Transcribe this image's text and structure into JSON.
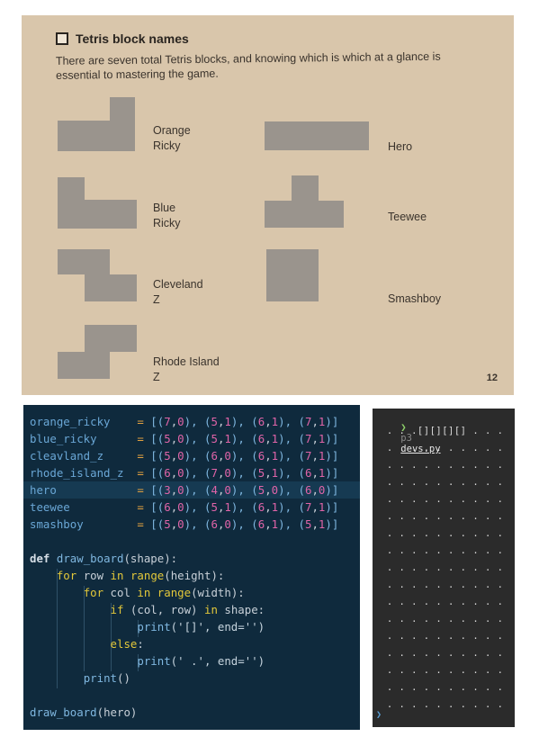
{
  "book": {
    "heading": "Tetris block names",
    "intro": "There are seven total Tetris blocks, and knowing which is which at a glance is essential to mastering the game.",
    "labels": {
      "orange_ricky": "Orange\nRicky",
      "hero": "Hero",
      "blue_ricky": "Blue\nRicky",
      "teewee": "Teewee",
      "cleveland_z": "Cleveland\nZ",
      "smashboy": "Smashboy",
      "rhode_island_z": "Rhode Island\nZ"
    },
    "page_number": "12",
    "block_color": "#9a948d"
  },
  "editor": {
    "background": "#0f2a3d",
    "lines": [
      [
        {
          "t": "orange_ricky    ",
          "c": "var"
        },
        {
          "t": "=",
          "c": "eq"
        },
        {
          "t": " [(",
          "c": "br"
        },
        {
          "t": "7",
          "c": "num"
        },
        {
          "t": ",",
          "c": "par"
        },
        {
          "t": "0",
          "c": "num"
        },
        {
          "t": "), (",
          "c": "br"
        },
        {
          "t": "5",
          "c": "num"
        },
        {
          "t": ",",
          "c": "par"
        },
        {
          "t": "1",
          "c": "num"
        },
        {
          "t": "), (",
          "c": "br"
        },
        {
          "t": "6",
          "c": "num"
        },
        {
          "t": ",",
          "c": "par"
        },
        {
          "t": "1",
          "c": "num"
        },
        {
          "t": "), (",
          "c": "br"
        },
        {
          "t": "7",
          "c": "num"
        },
        {
          "t": ",",
          "c": "par"
        },
        {
          "t": "1",
          "c": "num"
        },
        {
          "t": ")]",
          "c": "br"
        }
      ],
      [
        {
          "t": "blue_ricky      ",
          "c": "var"
        },
        {
          "t": "=",
          "c": "eq"
        },
        {
          "t": " [(",
          "c": "br"
        },
        {
          "t": "5",
          "c": "num"
        },
        {
          "t": ",",
          "c": "par"
        },
        {
          "t": "0",
          "c": "num"
        },
        {
          "t": "), (",
          "c": "br"
        },
        {
          "t": "5",
          "c": "num"
        },
        {
          "t": ",",
          "c": "par"
        },
        {
          "t": "1",
          "c": "num"
        },
        {
          "t": "), (",
          "c": "br"
        },
        {
          "t": "6",
          "c": "num"
        },
        {
          "t": ",",
          "c": "par"
        },
        {
          "t": "1",
          "c": "num"
        },
        {
          "t": "), (",
          "c": "br"
        },
        {
          "t": "7",
          "c": "num"
        },
        {
          "t": ",",
          "c": "par"
        },
        {
          "t": "1",
          "c": "num"
        },
        {
          "t": ")]",
          "c": "br"
        }
      ],
      [
        {
          "t": "cleavland_z     ",
          "c": "var"
        },
        {
          "t": "=",
          "c": "eq"
        },
        {
          "t": " [(",
          "c": "br"
        },
        {
          "t": "5",
          "c": "num"
        },
        {
          "t": ",",
          "c": "par"
        },
        {
          "t": "0",
          "c": "num"
        },
        {
          "t": "), (",
          "c": "br"
        },
        {
          "t": "6",
          "c": "num"
        },
        {
          "t": ",",
          "c": "par"
        },
        {
          "t": "0",
          "c": "num"
        },
        {
          "t": "), (",
          "c": "br"
        },
        {
          "t": "6",
          "c": "num"
        },
        {
          "t": ",",
          "c": "par"
        },
        {
          "t": "1",
          "c": "num"
        },
        {
          "t": "), (",
          "c": "br"
        },
        {
          "t": "7",
          "c": "num"
        },
        {
          "t": ",",
          "c": "par"
        },
        {
          "t": "1",
          "c": "num"
        },
        {
          "t": ")]",
          "c": "br"
        }
      ],
      [
        {
          "t": "rhode_island_z  ",
          "c": "var"
        },
        {
          "t": "=",
          "c": "eq"
        },
        {
          "t": " [(",
          "c": "br"
        },
        {
          "t": "6",
          "c": "num"
        },
        {
          "t": ",",
          "c": "par"
        },
        {
          "t": "0",
          "c": "num"
        },
        {
          "t": "), (",
          "c": "br"
        },
        {
          "t": "7",
          "c": "num"
        },
        {
          "t": ",",
          "c": "par"
        },
        {
          "t": "0",
          "c": "num"
        },
        {
          "t": "), (",
          "c": "br"
        },
        {
          "t": "5",
          "c": "num"
        },
        {
          "t": ",",
          "c": "par"
        },
        {
          "t": "1",
          "c": "num"
        },
        {
          "t": "), (",
          "c": "br"
        },
        {
          "t": "6",
          "c": "num"
        },
        {
          "t": ",",
          "c": "par"
        },
        {
          "t": "1",
          "c": "num"
        },
        {
          "t": ")]",
          "c": "br"
        }
      ],
      [
        {
          "t": "hero            ",
          "c": "var"
        },
        {
          "t": "=",
          "c": "eq"
        },
        {
          "t": " [(",
          "c": "br"
        },
        {
          "t": "3",
          "c": "num"
        },
        {
          "t": ",",
          "c": "par"
        },
        {
          "t": "0",
          "c": "num"
        },
        {
          "t": "), (",
          "c": "br"
        },
        {
          "t": "4",
          "c": "num"
        },
        {
          "t": ",",
          "c": "par"
        },
        {
          "t": "0",
          "c": "num"
        },
        {
          "t": "), (",
          "c": "br"
        },
        {
          "t": "5",
          "c": "num"
        },
        {
          "t": ",",
          "c": "par"
        },
        {
          "t": "0",
          "c": "num"
        },
        {
          "t": "), (",
          "c": "br"
        },
        {
          "t": "6",
          "c": "num"
        },
        {
          "t": ",",
          "c": "par"
        },
        {
          "t": "0",
          "c": "num"
        },
        {
          "t": ")]",
          "c": "br"
        }
      ],
      [
        {
          "t": "teewee          ",
          "c": "var"
        },
        {
          "t": "=",
          "c": "eq"
        },
        {
          "t": " [(",
          "c": "br"
        },
        {
          "t": "6",
          "c": "num"
        },
        {
          "t": ",",
          "c": "par"
        },
        {
          "t": "0",
          "c": "num"
        },
        {
          "t": "), (",
          "c": "br"
        },
        {
          "t": "5",
          "c": "num"
        },
        {
          "t": ",",
          "c": "par"
        },
        {
          "t": "1",
          "c": "num"
        },
        {
          "t": "), (",
          "c": "br"
        },
        {
          "t": "6",
          "c": "num"
        },
        {
          "t": ",",
          "c": "par"
        },
        {
          "t": "1",
          "c": "num"
        },
        {
          "t": "), (",
          "c": "br"
        },
        {
          "t": "7",
          "c": "num"
        },
        {
          "t": ",",
          "c": "par"
        },
        {
          "t": "1",
          "c": "num"
        },
        {
          "t": ")]",
          "c": "br"
        }
      ],
      [
        {
          "t": "smashboy        ",
          "c": "var"
        },
        {
          "t": "=",
          "c": "eq"
        },
        {
          "t": " [(",
          "c": "br"
        },
        {
          "t": "5",
          "c": "num"
        },
        {
          "t": ",",
          "c": "par"
        },
        {
          "t": "0",
          "c": "num"
        },
        {
          "t": "), (",
          "c": "br"
        },
        {
          "t": "6",
          "c": "num"
        },
        {
          "t": ",",
          "c": "par"
        },
        {
          "t": "0",
          "c": "num"
        },
        {
          "t": "), (",
          "c": "br"
        },
        {
          "t": "6",
          "c": "num"
        },
        {
          "t": ",",
          "c": "par"
        },
        {
          "t": "1",
          "c": "num"
        },
        {
          "t": "), (",
          "c": "br"
        },
        {
          "t": "5",
          "c": "num"
        },
        {
          "t": ",",
          "c": "par"
        },
        {
          "t": "1",
          "c": "num"
        },
        {
          "t": ")]",
          "c": "br"
        }
      ],
      [],
      [
        {
          "t": "def",
          "c": "def"
        },
        {
          "t": " ",
          "c": "par"
        },
        {
          "t": "draw_board",
          "c": "fn"
        },
        {
          "t": "(shape):",
          "c": "par"
        }
      ],
      [
        {
          "t": "    ",
          "c": "par"
        },
        {
          "t": "for",
          "c": "kw"
        },
        {
          "t": " row ",
          "c": "par"
        },
        {
          "t": "in",
          "c": "kw"
        },
        {
          "t": " ",
          "c": "par"
        },
        {
          "t": "range",
          "c": "bi"
        },
        {
          "t": "(height):",
          "c": "par"
        }
      ],
      [
        {
          "t": "        ",
          "c": "par"
        },
        {
          "t": "for",
          "c": "kw"
        },
        {
          "t": " col ",
          "c": "par"
        },
        {
          "t": "in",
          "c": "kw"
        },
        {
          "t": " ",
          "c": "par"
        },
        {
          "t": "range",
          "c": "bi"
        },
        {
          "t": "(width):",
          "c": "par"
        }
      ],
      [
        {
          "t": "            ",
          "c": "par"
        },
        {
          "t": "if",
          "c": "kw"
        },
        {
          "t": " (col, row) ",
          "c": "par"
        },
        {
          "t": "in",
          "c": "kw"
        },
        {
          "t": " shape:",
          "c": "par"
        }
      ],
      [
        {
          "t": "                ",
          "c": "par"
        },
        {
          "t": "print",
          "c": "fn"
        },
        {
          "t": "('[]', end='')",
          "c": "str"
        }
      ],
      [
        {
          "t": "            ",
          "c": "par"
        },
        {
          "t": "else",
          "c": "kw"
        },
        {
          "t": ":",
          "c": "par"
        }
      ],
      [
        {
          "t": "                ",
          "c": "par"
        },
        {
          "t": "print",
          "c": "fn"
        },
        {
          "t": "(' .', end='')",
          "c": "str"
        }
      ],
      [
        {
          "t": "        ",
          "c": "par"
        },
        {
          "t": "print",
          "c": "fn"
        },
        {
          "t": "()",
          "c": "par"
        }
      ],
      [],
      [
        {
          "t": "draw_board",
          "c": "fn"
        },
        {
          "t": "(hero)",
          "c": "par"
        }
      ]
    ]
  },
  "terminal": {
    "prompt_arrow": "❯",
    "command": "p3",
    "file": "devs.py",
    "rows": [
      " . . .[][][][] . . .",
      " . . . . . . . . . .",
      " . . . . . . . . . .",
      " . . . . . . . . . .",
      " . . . . . . . . . .",
      " . . . . . . . . . .",
      " . . . . . . . . . .",
      " . . . . . . . . . .",
      " . . . . . . . . . .",
      " . . . . . . . . . .",
      " . . . . . . . . . .",
      " . . . . . . . . . .",
      " . . . . . . . . . .",
      " . . . . . . . . . .",
      " . . . . . . . . . .",
      " . . . . . . . . . .",
      " . . . . . . . . . ."
    ],
    "bottom_marker": "❯"
  }
}
